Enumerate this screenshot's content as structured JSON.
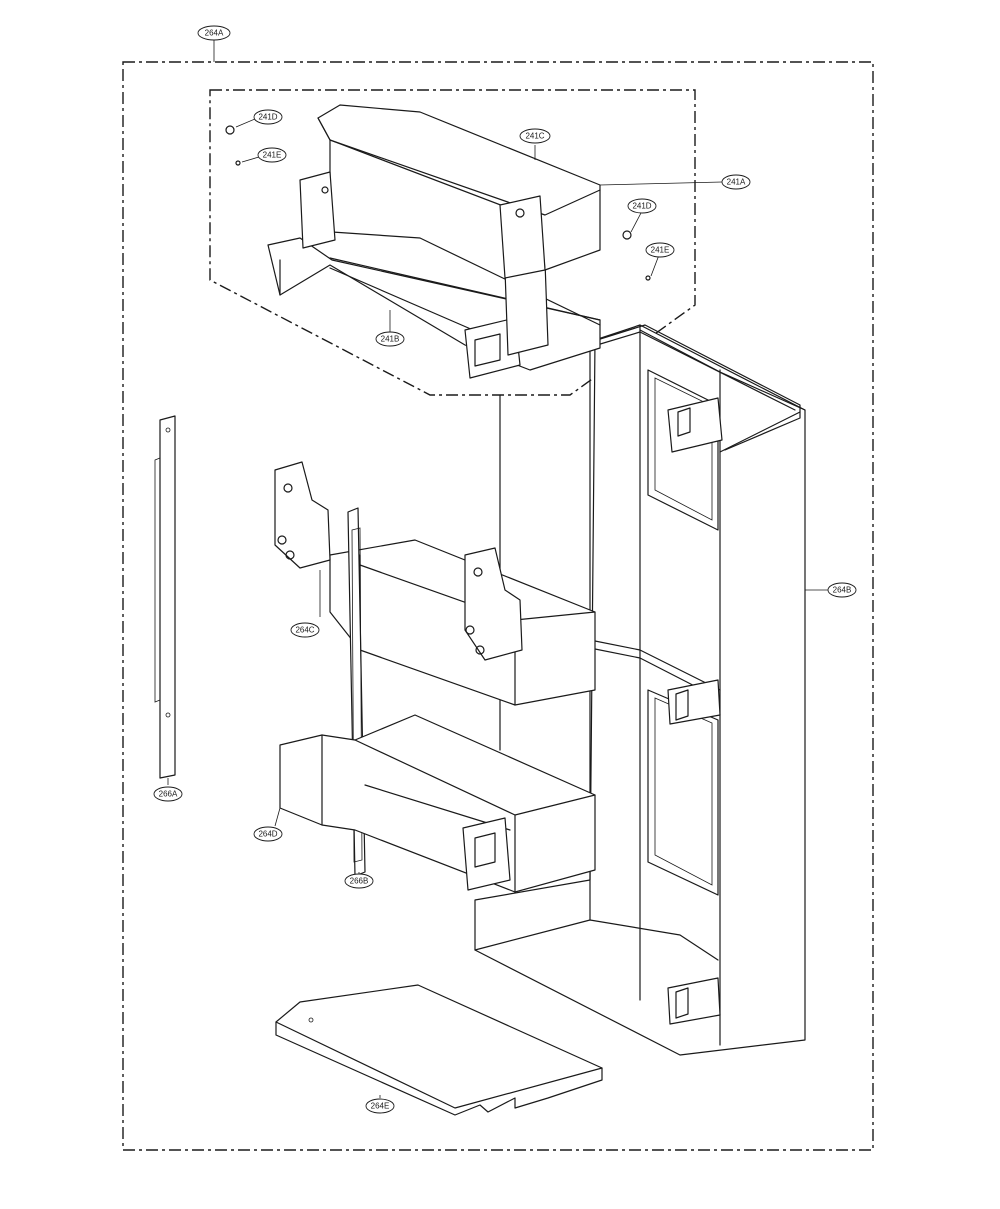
{
  "callouts": {
    "c264A_top": "264A",
    "c241D_1": "241D",
    "c241E_1": "241E",
    "c241C": "241C",
    "c241A": "241A",
    "c241D_2": "241D",
    "c241E_2": "241E",
    "c241B": "241B",
    "c264B": "264B",
    "c264C": "264C",
    "c266A": "266A",
    "c264D": "264D",
    "c266B": "266B",
    "c264E": "264E"
  },
  "colors": {
    "line": "#1a1a1a",
    "background": "#ffffff"
  }
}
